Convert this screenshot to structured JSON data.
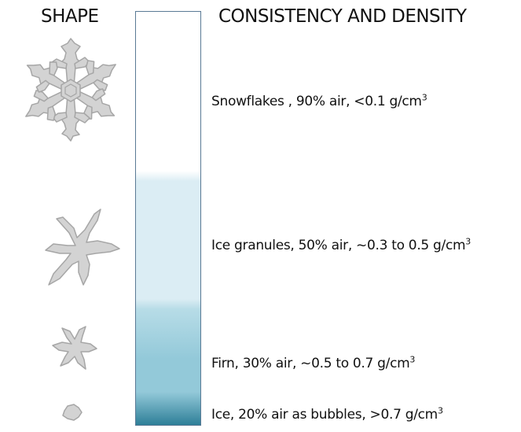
{
  "headers": {
    "shape": "SHAPE",
    "consistency": "CONSISTENCY AND DENSITY"
  },
  "gradient": {
    "color_top": "#ffffff",
    "color_light": "#dbedf4",
    "color_mid": "#93c9d9",
    "color_dark": "#2e7f98"
  },
  "stages": [
    {
      "icon": "snowflake-icon",
      "text": "Snowflakes , 90% air, <0.1 g/cm",
      "superscript": "3"
    },
    {
      "icon": "granule-icon",
      "text": "Ice granules, 50% air, ~0.3 to 0.5 g/cm",
      "superscript": "3"
    },
    {
      "icon": "firn-icon",
      "text": "Firn, 30% air, ~0.5 to 0.7 g/cm",
      "superscript": "3"
    },
    {
      "icon": "ice-icon",
      "text": "Ice, 20% air as bubbles, >0.7 g/cm",
      "superscript": "3"
    }
  ]
}
